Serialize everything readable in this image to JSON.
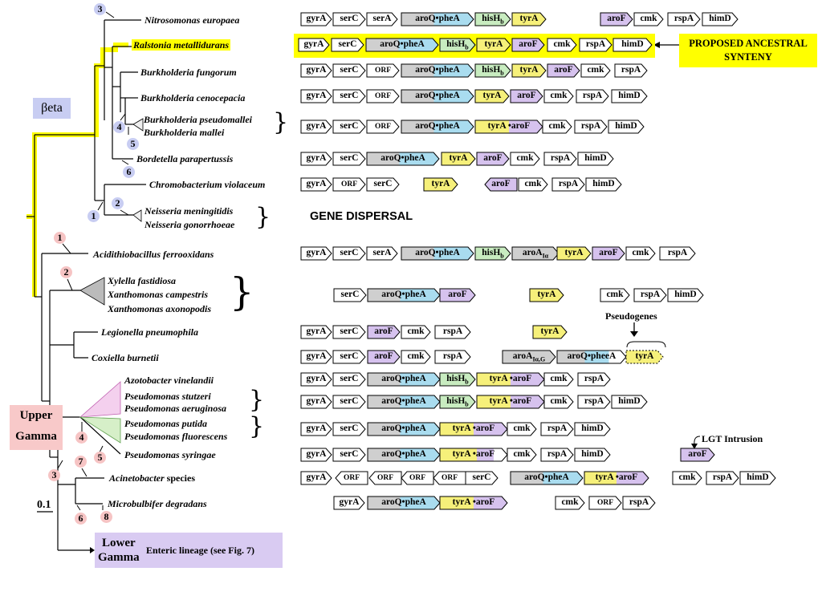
{
  "taxa": [
    {
      "id": "t-nitro",
      "name": "Nitrosomonas europaea"
    },
    {
      "id": "t-ralst",
      "name": "Ralstonia metallidurans"
    },
    {
      "id": "t-bfung",
      "name": "Burkholderia fungorum"
    },
    {
      "id": "t-bceno",
      "name": "Burkholderia cenocepacia"
    },
    {
      "id": "t-bpseu",
      "name": "Burkholderia pseudomallei"
    },
    {
      "id": "t-bmall",
      "name": "Burkholderia mallei"
    },
    {
      "id": "t-borde",
      "name": "Bordetella parapertussis"
    },
    {
      "id": "t-chrom",
      "name": "Chromobacterium violaceum"
    },
    {
      "id": "t-nmen",
      "name": "Neisseria meningitidis"
    },
    {
      "id": "t-ngon",
      "name": "Neisseria gonorrhoeae"
    },
    {
      "id": "t-acid",
      "name": "Acidithiobacillus ferrooxidans"
    },
    {
      "id": "t-xfas",
      "name": "Xylella fastidiosa"
    },
    {
      "id": "t-xcam",
      "name": "Xanthomonas campestris"
    },
    {
      "id": "t-xaxo",
      "name": "Xanthomonas axonopodis"
    },
    {
      "id": "t-legi",
      "name": "Legionella pneumophila"
    },
    {
      "id": "t-coxi",
      "name": "Coxiella burnetii"
    },
    {
      "id": "t-azot",
      "name": "Azotobacter vinelandii"
    },
    {
      "id": "t-pstu",
      "name": "Pseudomonas stutzeri"
    },
    {
      "id": "t-paer",
      "name": "Pseudomonas aeruginosa"
    },
    {
      "id": "t-pput",
      "name": "Pseudomonas putida"
    },
    {
      "id": "t-pflu",
      "name": "Pseudomonas fluorescens"
    },
    {
      "id": "t-psyr",
      "name": "Pseudomonas syringae"
    },
    {
      "id": "t-acin",
      "name": "Acinetobacter",
      "suffix": " species"
    },
    {
      "id": "t-micr",
      "name": "Microbulbifer degradans"
    }
  ],
  "badges": [
    {
      "text": "3",
      "color": "blue"
    },
    {
      "text": "4",
      "color": "blue"
    },
    {
      "text": "5",
      "color": "blue"
    },
    {
      "text": "6",
      "color": "blue"
    },
    {
      "text": "1",
      "color": "blue"
    },
    {
      "text": "2",
      "color": "blue"
    },
    {
      "text": "1",
      "color": "pink"
    },
    {
      "text": "2",
      "color": "pink"
    },
    {
      "text": "4",
      "color": "pink"
    },
    {
      "text": "5",
      "color": "pink"
    },
    {
      "text": "7",
      "color": "pink"
    },
    {
      "text": "3",
      "color": "pink"
    },
    {
      "text": "8",
      "color": "pink"
    },
    {
      "text": "6",
      "color": "pink"
    }
  ],
  "labels": {
    "beta": "βeta",
    "upper_gamma_1": "Upper",
    "upper_gamma_2": "Gamma",
    "lower_gamma_1": "Lower",
    "lower_gamma_2": "Gamma",
    "enteric": "Enteric lineage  (see Fig. 7)",
    "scale": "0.1",
    "proposed_1": "PROPOSED ANCESTRAL",
    "proposed_2": "SYNTENY",
    "gene_dispersal": "GENE  DISPERSAL",
    "pseudogenes": "Pseudogenes",
    "lgt": "LGT  Intrusion"
  },
  "colors": {
    "highlight_yellow": "#ffff00",
    "tyrA_yellow": "#f6f07a",
    "aroF_purple": "#d6c2ee",
    "pheA_blue": "#a9dcef",
    "aroQ_gray": "#cfcfcf",
    "hisH_green": "#c8ecc0",
    "upper_gamma_bg": "#f8c9c9",
    "lower_gamma_bg": "#d9cbf2",
    "beta_bg": "#c8cdf2"
  },
  "gene_names": {
    "gyrA": "gyrA",
    "serC": "serC",
    "serA": "serA",
    "aroQ": "aroQ",
    "pheA": "pheA",
    "hisH": "hisH",
    "hisH_sub": "b",
    "tyrA": "tyrA",
    "aroF": "aroF",
    "cmk": "cmk",
    "rspA": "rspA",
    "himD": "himD",
    "ORF": "ORF",
    "aroA": "aroA",
    "aroA_sub1": "Iα",
    "aroA_sub2": "Iα,G",
    "bullet": "•",
    "phe": "phe",
    "eA": "eA"
  }
}
